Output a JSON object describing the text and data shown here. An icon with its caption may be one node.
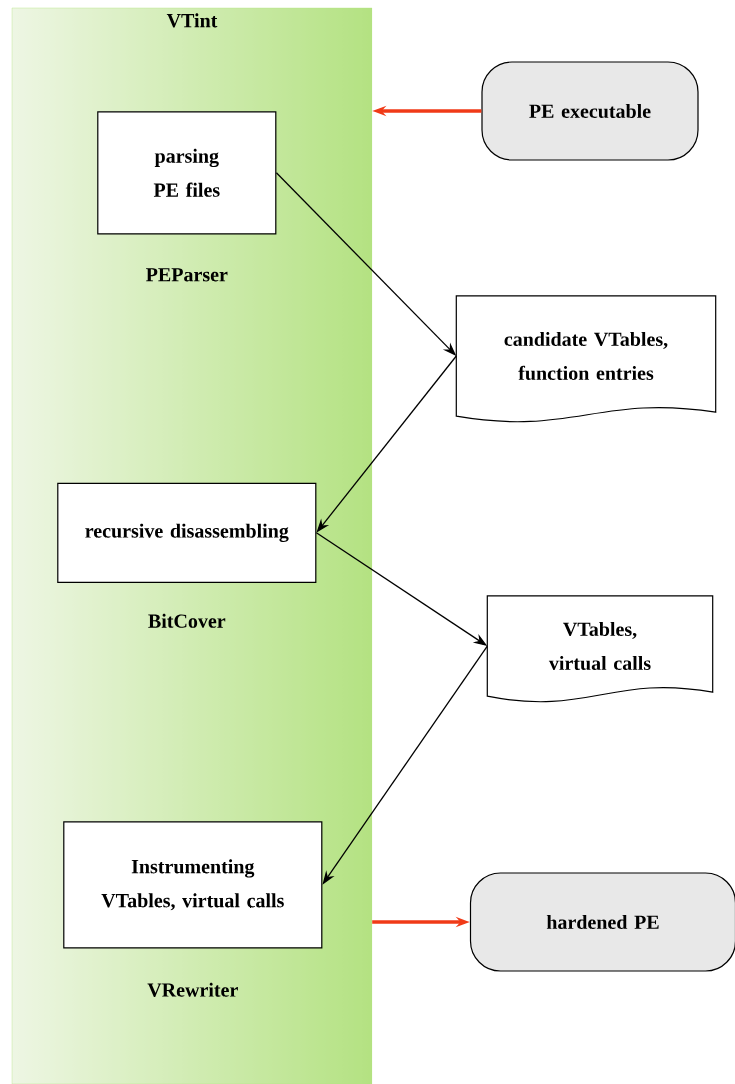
{
  "diagram": {
    "nodes": [
      {
        "text": [
          "VTint"
        ]
      },
      {
        "text": [
          "parsing PE files"
        ],
        "in": 0,
        "beside": [
          "PEParser"
        ]
      },
      {
        "text": [
          "recursive disassembling"
        ],
        "in": 0,
        "beside": [
          "BitCover"
        ]
      },
      {
        "text": [
          "Instrumenting VTables, virtual calls"
        ],
        "in": 0,
        "beside": [
          "VRewriter"
        ]
      },
      {
        "text": [
          "PE executable"
        ]
      },
      {
        "text": [
          "candidate VTables, function entries"
        ]
      },
      {
        "text": [
          "VTables, virtual calls"
        ]
      },
      {
        "text": [
          "hardened PE"
        ]
      }
    ],
    "edges": [
      {
        "from": 4,
        "to": 0,
        "arrow": "to",
        "style": "thick",
        "color": "#f03a17"
      },
      {
        "from": 1,
        "to": 5,
        "arrow": "to"
      },
      {
        "from": 5,
        "to": 2,
        "arrow": "to"
      },
      {
        "from": 2,
        "to": 6,
        "arrow": "to"
      },
      {
        "from": 6,
        "to": 3,
        "arrow": "to"
      },
      {
        "from": 0,
        "to": 7,
        "arrow": "to",
        "style": "thick",
        "color": "#f03a17"
      }
    ]
  }
}
